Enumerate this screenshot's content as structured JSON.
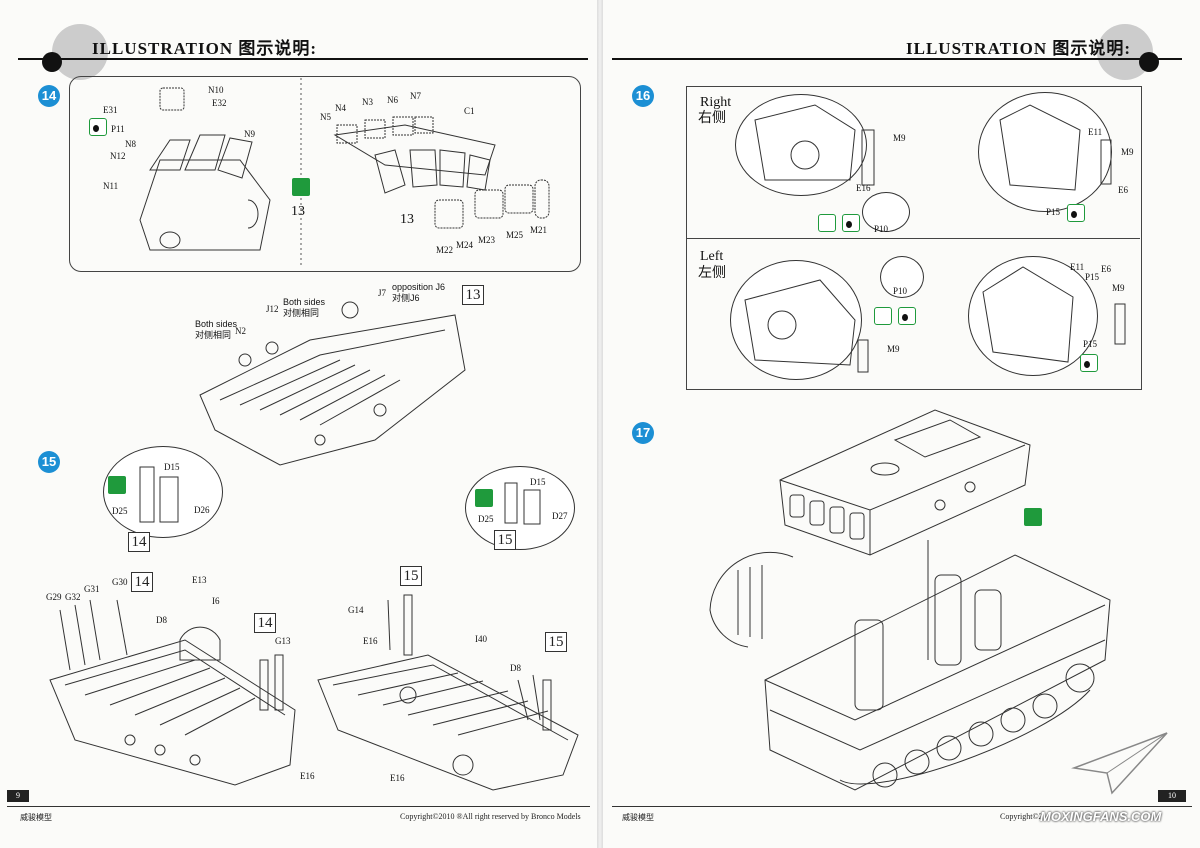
{
  "header": {
    "left_title": "ILLUSTRATION 图示说明:",
    "right_title": "ILLUSTRATION 图示说明:"
  },
  "steps": {
    "s14": {
      "number": "14",
      "labels": {
        "n10": "N10",
        "e32": "E32",
        "e31": "E31",
        "p11": "P11",
        "n9": "N9",
        "n8": "N8",
        "n12": "N12",
        "n11": "N11",
        "n5": "N5",
        "n4": "N4",
        "n3": "N3",
        "n6": "N6",
        "n7": "N7",
        "c1": "C1",
        "m22": "M22",
        "m24": "M24",
        "m23": "M23",
        "m25": "M25",
        "m21": "M21"
      },
      "refs": [
        "13",
        "13"
      ],
      "sub": {
        "both_sides_a": "Both sides",
        "both_sides_a_cn": "对侧相同",
        "n2": "N2",
        "j12": "J12",
        "both_sides_b": "Both sides",
        "both_sides_b_cn": "对侧相同",
        "j7": "J7",
        "opposition": "opposition J6",
        "opposition_cn": "对侧J6",
        "ref": "13"
      }
    },
    "s15": {
      "number": "15",
      "labels": {
        "d15a": "D15",
        "d25a": "D25",
        "d26": "D26",
        "d15b": "D15",
        "d25b": "D25",
        "d27": "D27",
        "g29": "G29",
        "g32": "G32",
        "g31": "G31",
        "g30": "G30",
        "e13": "E13",
        "i6": "I6",
        "d8a": "D8",
        "g13": "G13",
        "e16a": "E16",
        "g14": "G14",
        "e16b": "E16",
        "i40": "I40",
        "d8b": "D8",
        "e16c": "E16"
      },
      "refs": [
        "14",
        "15",
        "14",
        "14",
        "15",
        "15"
      ]
    },
    "s16": {
      "number": "16",
      "right": "Right",
      "right_cn": "右侧",
      "left": "Left",
      "left_cn": "左侧",
      "labels": {
        "m9a": "M9",
        "e16": "E16",
        "p10a": "P10",
        "e11a": "E11",
        "m9b": "M9",
        "e6a": "E6",
        "p15a": "P15",
        "m9c": "M9",
        "p10b": "P10",
        "e11b": "E11",
        "e6b": "E6",
        "p15b": "P15",
        "m9d": "M9",
        "p15c": "P15"
      }
    },
    "s17": {
      "number": "17"
    }
  },
  "footer": {
    "left_page": "9",
    "right_page": "10",
    "left_brand": "威骏模型",
    "left_copyright": "Copyright©2010 ®All right reserved by Bronco Models",
    "right_brand": "威骏模型",
    "right_copyright": "Copyright©2",
    "watermark": "MOXINGFANS.COM"
  },
  "colors": {
    "step_badge": "#1c8fd4",
    "glue_icon": "#1f9a3c",
    "ink": "#111111"
  }
}
